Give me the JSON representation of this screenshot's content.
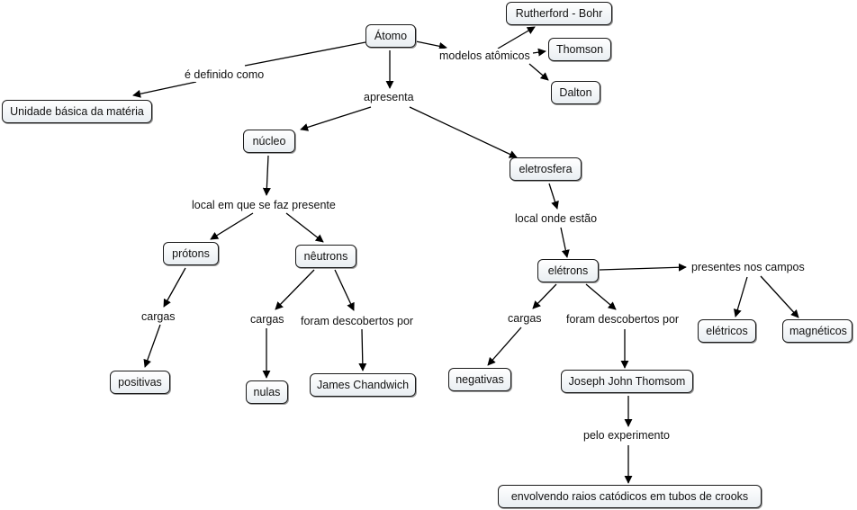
{
  "concepts": {
    "atomo": "Átomo",
    "unidade": "Unidade básica da matéria",
    "rutherford": "Rutherford - Bohr",
    "thomson": "Thomson",
    "dalton": "Dalton",
    "nucleo": "núcleo",
    "eletrosfera": "eletrosfera",
    "protons": "prótons",
    "neutrons": "nêutrons",
    "eletrons": "elétrons",
    "positivas": "positivas",
    "nulas": "nulas",
    "chandwich": "James Chandwich",
    "negativas": "negativas",
    "joseph": "Joseph John Thomsom",
    "eletricos": "elétricos",
    "magneticos": "magnéticos",
    "raios": "envolvendo raios catódicos em tubos de crooks"
  },
  "phrases": {
    "definido": "é definido como",
    "modelos": "modelos atômicos",
    "apresenta": "apresenta",
    "local_presente": "local em que se faz presente",
    "local_estao": "local onde estão",
    "cargas_protons": "cargas",
    "cargas_neutrons": "cargas",
    "descobertos_neutrons": "foram descobertos por",
    "cargas_eletrons": "cargas",
    "descobertos_eletrons": "foram descobertos por",
    "presentes": "presentes nos campos",
    "experimento": "pelo experimento"
  }
}
